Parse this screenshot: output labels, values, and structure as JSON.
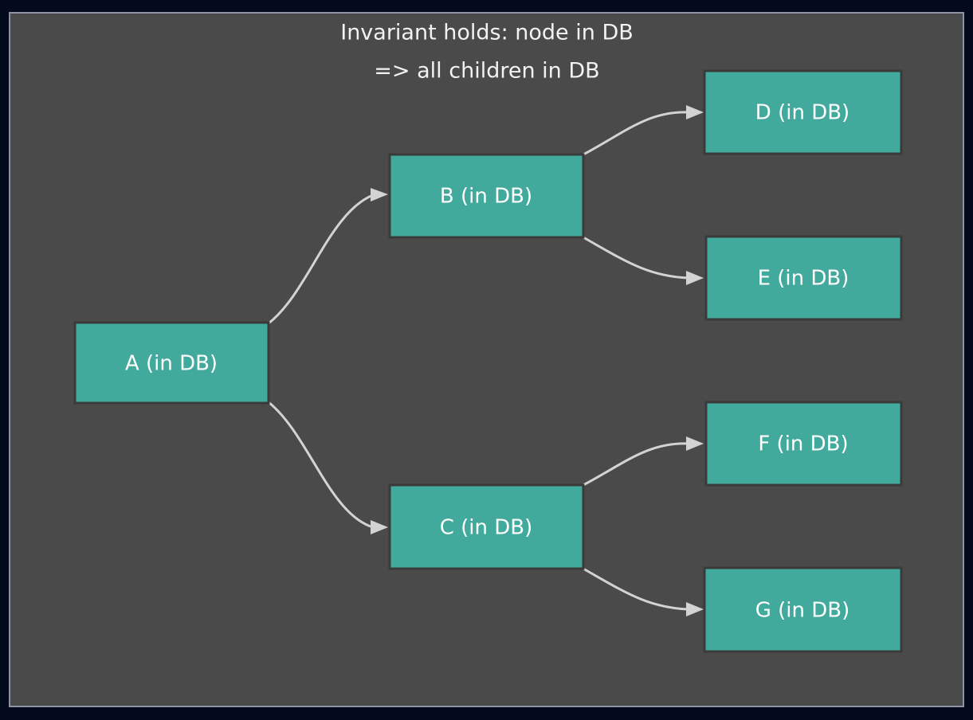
{
  "diagram": {
    "title_line_1": "Invariant holds: node in DB",
    "title_line_2": "=> all children in DB",
    "background_color": "#020a1c",
    "canvas_color": "#4a4a4a",
    "frame_color": "#8d93a0",
    "node_fill_color": "#41aa9c",
    "node_border_color": "#3a3a3a",
    "node_text_color": "#ffffff",
    "edge_color": "#d3d3d3",
    "type": "tree",
    "nodes": [
      {
        "id": "A",
        "label": "A (in DB)"
      },
      {
        "id": "B",
        "label": "B (in DB)"
      },
      {
        "id": "C",
        "label": "C (in DB)"
      },
      {
        "id": "D",
        "label": "D (in DB)"
      },
      {
        "id": "E",
        "label": "E (in DB)"
      },
      {
        "id": "F",
        "label": "F (in DB)"
      },
      {
        "id": "G",
        "label": "G (in DB)"
      }
    ],
    "edges": [
      {
        "from": "A",
        "to": "B"
      },
      {
        "from": "A",
        "to": "C"
      },
      {
        "from": "B",
        "to": "D"
      },
      {
        "from": "B",
        "to": "E"
      },
      {
        "from": "C",
        "to": "F"
      },
      {
        "from": "C",
        "to": "G"
      }
    ]
  }
}
